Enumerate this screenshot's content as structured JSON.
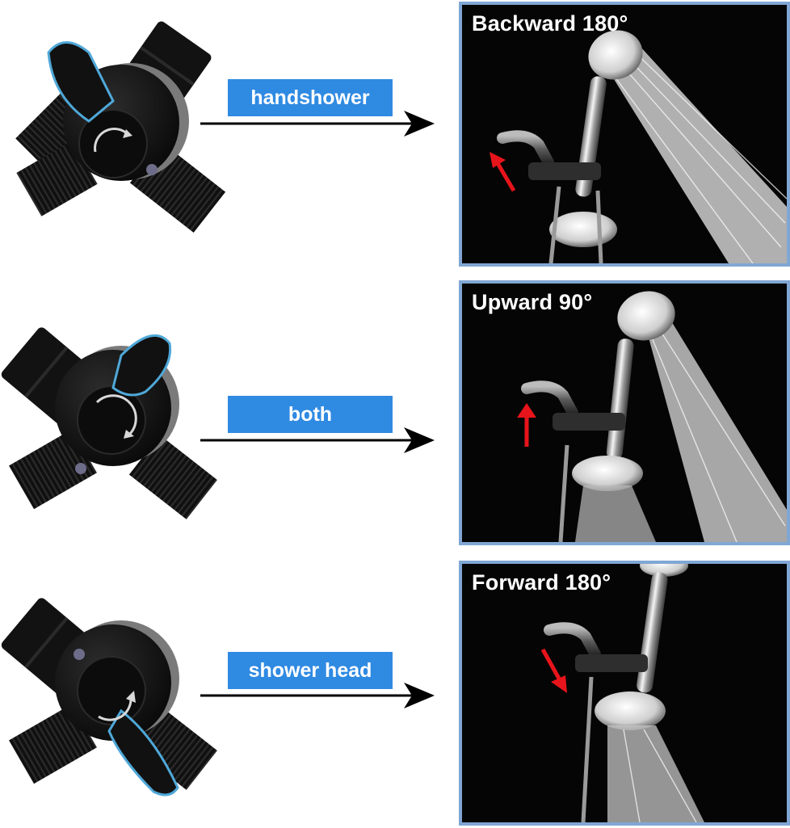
{
  "rows": [
    {
      "mode_label": "handshower",
      "panel_title": "Backward 180°",
      "direction": "backward",
      "direction_arrow": "up-left"
    },
    {
      "mode_label": "both",
      "panel_title": "Upward 90°",
      "direction": "upward",
      "direction_arrow": "up"
    },
    {
      "mode_label": "shower head",
      "panel_title": "Forward 180°",
      "direction": "forward",
      "direction_arrow": "down-right"
    }
  ],
  "colors": {
    "label_bg": "#2f8ae2",
    "label_text": "#ffffff",
    "panel_border": "#80a7d4",
    "panel_bg": "#050505",
    "highlight_outline": "#4fa8d8",
    "direction_arrow": "#e8141b",
    "valve_body": "#141414"
  },
  "icons": {
    "valve": "three-way-diverter-valve",
    "flow_arrow": "arrow-right",
    "direction": "red-arrow",
    "shower": "handheld-shower-photo"
  }
}
